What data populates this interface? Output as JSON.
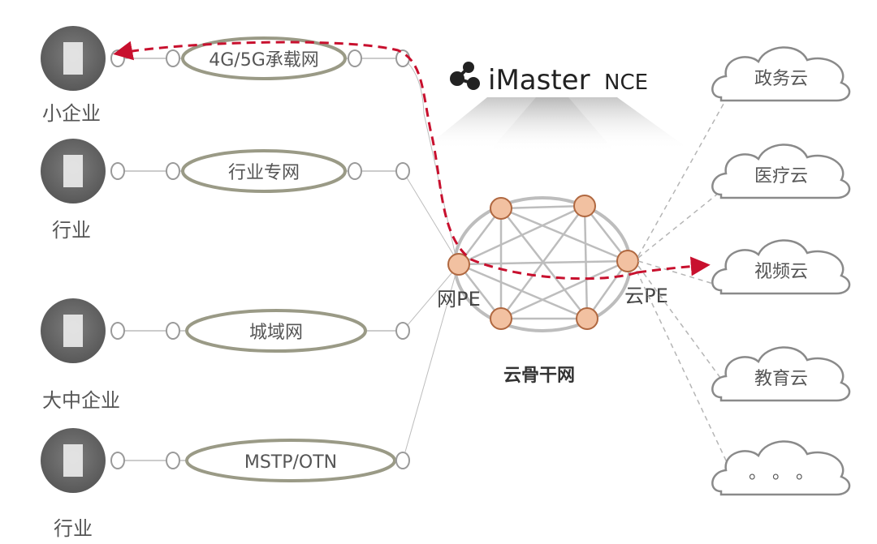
{
  "brand": {
    "name_main": "iMaster",
    "name_suffix": "NCE",
    "logo_icon": "imaster-logo-icon",
    "colors": {
      "brand_dark": "#222222",
      "arrow_red": "#c8102e",
      "node_fill": "#f2c1a1",
      "node_stroke": "#b06840",
      "ring": "#bdbdbd"
    }
  },
  "access": {
    "sites": [
      {
        "label": "小企业",
        "icon": "building-icon"
      },
      {
        "label": "行业",
        "icon": "building-icon"
      },
      {
        "label": "大中企业",
        "icon": "building-icon"
      },
      {
        "label": "行业",
        "icon": "building-icon"
      }
    ],
    "networks": [
      {
        "label": "4G/5G承载网"
      },
      {
        "label": "行业专网"
      },
      {
        "label": "城域网"
      },
      {
        "label": "MSTP/OTN"
      }
    ]
  },
  "backbone": {
    "label": "云骨干网",
    "left_pe": "网PE",
    "right_pe": "云PE"
  },
  "clouds": [
    {
      "label": "政务云"
    },
    {
      "label": "医疗云"
    },
    {
      "label": "视频云"
    },
    {
      "label": "教育云"
    },
    {
      "label": "。 。 。"
    }
  ]
}
